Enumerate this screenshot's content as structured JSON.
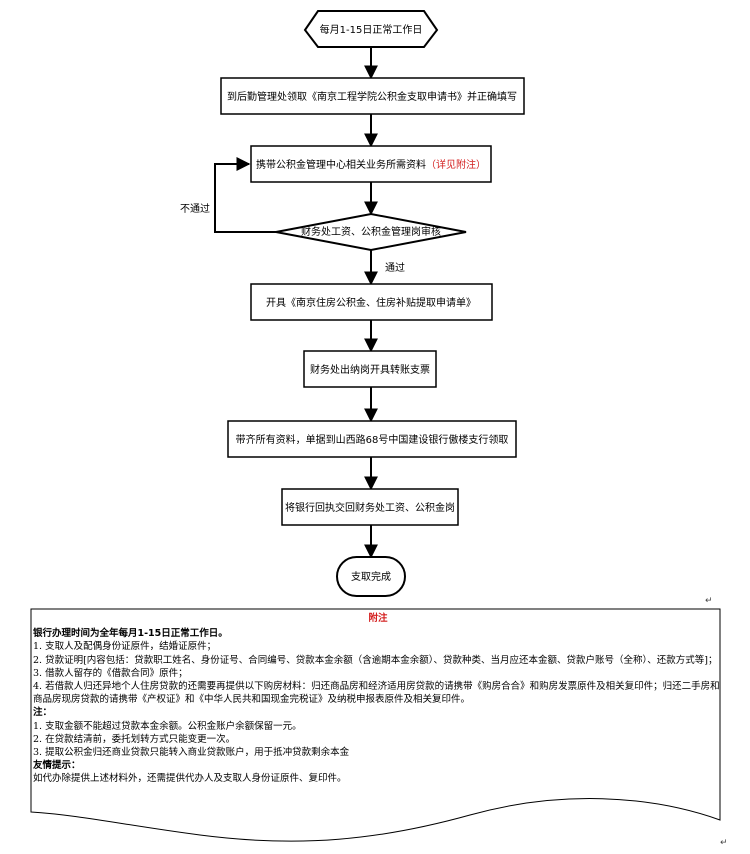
{
  "nodes": {
    "start": "每月1-15日正常工作日",
    "step1": "到后勤管理处领取《南京工程学院公积金支取申请书》并正确填写",
    "step2": "携带公积金管理中心相关业务所需资料",
    "step2_note": "（详见附注）",
    "decision": "财务处工资、公积金管理岗审核",
    "step3": "开具《南京住房公积金、住房补贴提取申请单》",
    "step4": "财务处出纳岗开具转账支票",
    "step5": "带齐所有资料，单据到山西路68号中国建设银行傲楼支行领取",
    "step6": "将银行回执交回财务处工资、公积金岗",
    "end": "支取完成"
  },
  "edges": {
    "fail": "不通过",
    "pass": "通过"
  },
  "notes": {
    "title": "附注",
    "heading": "银行办理时间为全年每月1-15日正常工作日。",
    "items": [
      "1. 支取人及配偶身份证原件，结婚证原件；",
      "2. 贷款证明[内容包括：贷款职工姓名、身份证号、合同编号、贷款本金余额（含逾期本金余额）、贷款种类、当月应还本金额、贷款户账号（全称）、还款方式等]；",
      "3. 借款人留存的《借款合同》原件；",
      "4. 若借款人归还异地个人住房贷款的还需要再提供以下购房材料：归还商品房和经济适用房贷款的请携带《购房合合》和购房发票原件及相关复印件；归还二手房和商品房现房贷款的请携带《产权证》和《中华人民共和国现金完税证》及纳税申报表原件及相关复印件。"
    ],
    "note_heading": "注：",
    "note_items": [
      "1. 支取金额不能超过贷款本金余额。公积金账户余额保留一元。",
      "2. 在贷款结清前，委托划转方式只能变更一次。",
      "3. 提取公积金归还商业贷款只能转入商业贷款账户，用于抵冲贷款剩余本金"
    ],
    "tip_heading": "友情提示：",
    "tip": "如代办除提供上述材料外，还需提供代办人及支取人身份证原件、复印件。"
  },
  "marks": {
    "return": "↵"
  }
}
